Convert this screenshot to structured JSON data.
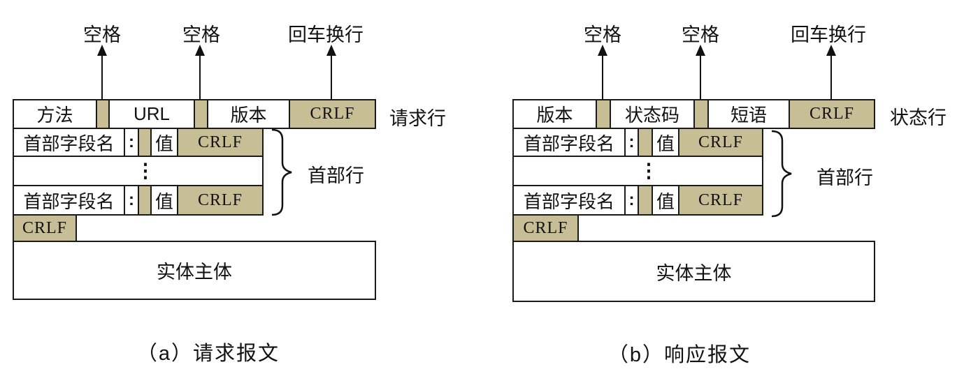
{
  "colors": {
    "box_fill_tan": "#c8be96",
    "line_color": "#1a1a1a",
    "background": "#ffffff",
    "text": "#111111"
  },
  "a": {
    "arrow_labels": [
      "空格",
      "空格",
      "回车换行"
    ],
    "line_label": "请求行",
    "line_cells": [
      "方法",
      "",
      "URL",
      "",
      "版本",
      "CRLF"
    ],
    "header_field": "首部字段名",
    "header_colon": ":",
    "header_value": "值",
    "header_crlf": "CRLF",
    "ellipsis": "⋮",
    "brace_label": "首部行",
    "blank_crlf": "CRLF",
    "entity_body": "实体主体",
    "caption": "（a）请求报文"
  },
  "b": {
    "arrow_labels": [
      "空格",
      "空格",
      "回车换行"
    ],
    "line_label": "状态行",
    "line_cells": [
      "版本",
      "",
      "状态码",
      "",
      "短语",
      "CRLF"
    ],
    "header_field": "首部字段名",
    "header_colon": ":",
    "header_value": "值",
    "header_crlf": "CRLF",
    "ellipsis": "⋮",
    "brace_label": "首部行",
    "blank_crlf": "CRLF",
    "entity_body": "实体主体",
    "caption": "（b）响应报文"
  }
}
